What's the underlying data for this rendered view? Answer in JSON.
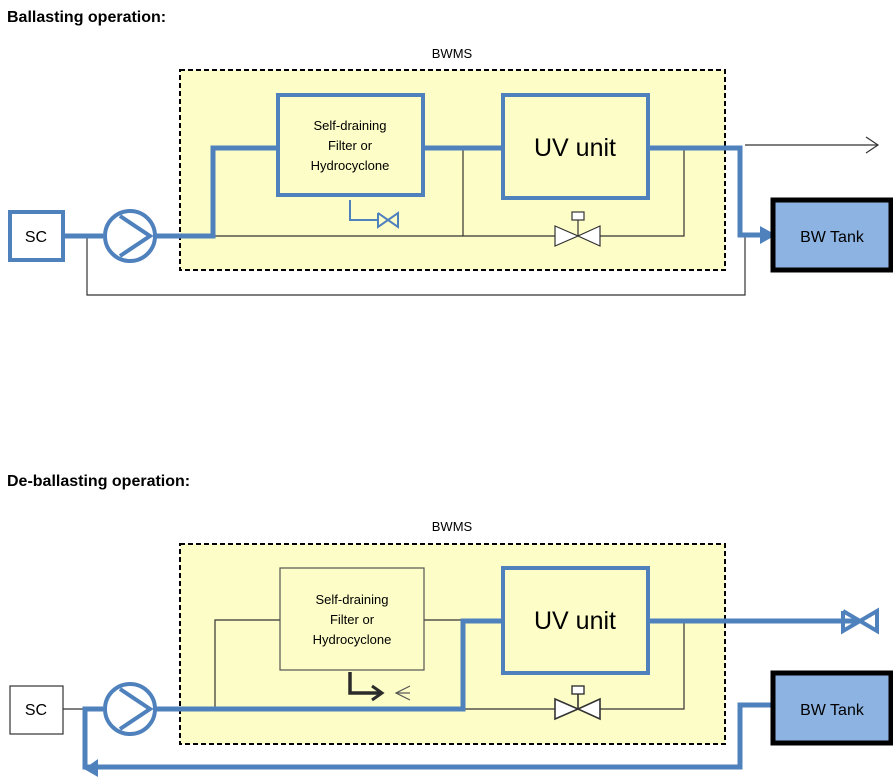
{
  "ballasting": {
    "title": "Ballasting operation:",
    "bwms_label": "BWMS",
    "filter_lines": [
      "Self-draining",
      "Filter or",
      "Hydrocyclone"
    ],
    "uv_label": "UV unit",
    "sc_label": "SC",
    "tank_label": "BW Tank"
  },
  "deballasting": {
    "title": "De-ballasting operation:",
    "bwms_label": "BWMS",
    "filter_lines": [
      "Self-draining",
      "Filter or",
      "Hydrocyclone"
    ],
    "uv_label": "UV unit",
    "sc_label": "SC",
    "tank_label": "BW Tank"
  },
  "colors": {
    "flow_line": "#4f81bd",
    "bwms_fill": "#fdfdc7",
    "tank_fill": "#8db3e2",
    "inactive_line": "#333333"
  }
}
